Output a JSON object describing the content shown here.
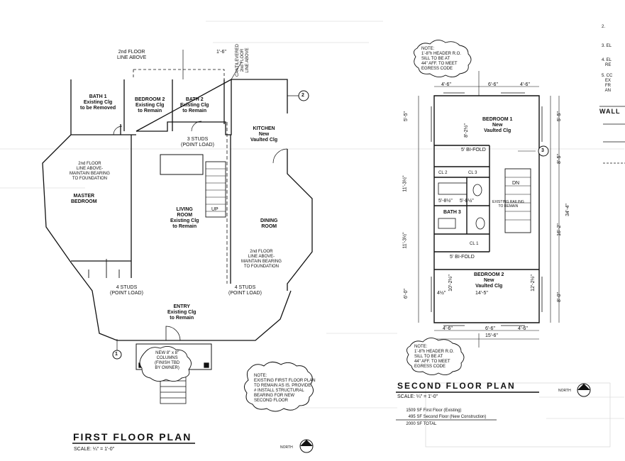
{
  "first_floor": {
    "title": "FIRST FLOOR PLAN",
    "scale": "SCALE: ¼\" = 1'-0\"",
    "north": "NORTH",
    "rooms": {
      "bath1": "BATH 1\nExisting Clg\nto be Removed",
      "bedroom2": "BEDROOM 2\nExisting Clg\nto Remain",
      "bath2": "BATH 2\nExisting Clg\nto Remain",
      "kitchen": "KITCHEN\nNew\nVaulted Clg",
      "master": "MASTER\nBEDROOM",
      "living": "LIVING\nROOM\nExisting Clg\nto Remain",
      "dining": "DINING\nROOM",
      "entry": "ENTRY\nExisting Clg\nto Remain"
    },
    "annotations": {
      "line_above": "2nd FLOOR\nLINE ABOVE",
      "cantilevered": "CANTILEVERED\n2nd FLOOR\nLINE ABOVE",
      "studs_top": "3 STUDS\n(POINT LOAD)",
      "bearing_left": "2nd FLOOR\nLINE ABOVE-\nMAINTAIN BEARING\nTO FOUNDATION",
      "bearing_right": "2nd FLOOR\nLINE ABOVE-\nMAINTAIN BEARING\nTO FOUNDATION",
      "studs_left": "4 STUDS\n(POINT LOAD)",
      "studs_right": "4 STUDS\n(POINT LOAD)",
      "column": "NEW 8\" x 8\"\nCOLUMNS\n(FINISH TBD\nBY OWNER)",
      "stair_up": "UP",
      "dim_top": "1'-6\""
    },
    "note": "NOTE:\nEXISTING FIRST FLOOR PLAN\nTO REMAIN AS IS. PROVIDE\n# INSTALL STRUCTURAL\nBEARING FOR NEW\nSECOND FLOOR",
    "callout_2": "2",
    "callout_1": "1"
  },
  "second_floor": {
    "title": "SECOND FLOOR PLAN",
    "scale": "SCALE: ¼\" = 1'-0\"",
    "north": "NORTH",
    "note_top": "NOTE:\n1'-8\"h HEADER R.O.\nSILL TO BE AT\n44\" AFF. TO MEET\nEGRESS CODE",
    "note_bottom": "NOTE:\n1'-8\"h HEADER R.O.\nSILL TO BE AT\n44\" AFF. TO MEET\nEGRESS CODE",
    "rooms": {
      "bedroom1": "BEDROOM 1\nNew\nVaulted Clg",
      "bedroom2": "BEDROOM 2\nNew\nVaulted Clg",
      "bath3": "BATH 3"
    },
    "labels": {
      "bifold_top": "5' BI-FOLD",
      "bifold_bot": "5' BI-FOLD",
      "dim_top_left": "4'-6\"",
      "dim_top_mid": "6'-6\"",
      "dim_top_right": "4'-6\"",
      "dim_bot_left": "4'-6\"",
      "dim_bot_mid": "6'-6\"",
      "dim_bot_right": "4'-6\"",
      "dim_bot_total": "15'-6\"",
      "dim_left_1": "5'-5\"",
      "dim_left_2": "11'-3½\"",
      "dim_left_3": "11'-3½\"",
      "dim_left_4": "6'-0\"",
      "dim_right_1": "5'-5\"",
      "dim_right_2": "8'-5\"",
      "dim_right_3": "16'-2\"",
      "dim_right_4": "8'-0\"",
      "dim_right_total": "34'-4\"",
      "dim_br1_w": "4½\"",
      "dim_br2_w": "14'-5\"",
      "dim_8_2": "8'-2½\"",
      "dim_5_8": "5'-8½\"",
      "dim_5_8b": "5'-8½\"",
      "dim_10_2": "10'-2½\"",
      "dim_12": "12'-2½\"",
      "cl1": "CL 1",
      "cl2": "CL 2",
      "cl3": "CL 3",
      "stair_dn": "DN",
      "existing_railing": "EXISTING RAILING\nTO REMAIN",
      "callout_3": "3"
    },
    "summary": [
      {
        "area": "1509 SF",
        "desc": "First Floor (Existing)"
      },
      {
        "area": "495 SF",
        "desc": "Second Floor (New Construction)"
      },
      {
        "area": "2000 SF",
        "desc": "TOTAL"
      }
    ]
  },
  "right_margin": {
    "items": [
      "2.",
      "3. EL",
      "4. EL\n   RE",
      "5. CC\n   EX\n   FR\n   AN"
    ],
    "wall": "WALL"
  }
}
